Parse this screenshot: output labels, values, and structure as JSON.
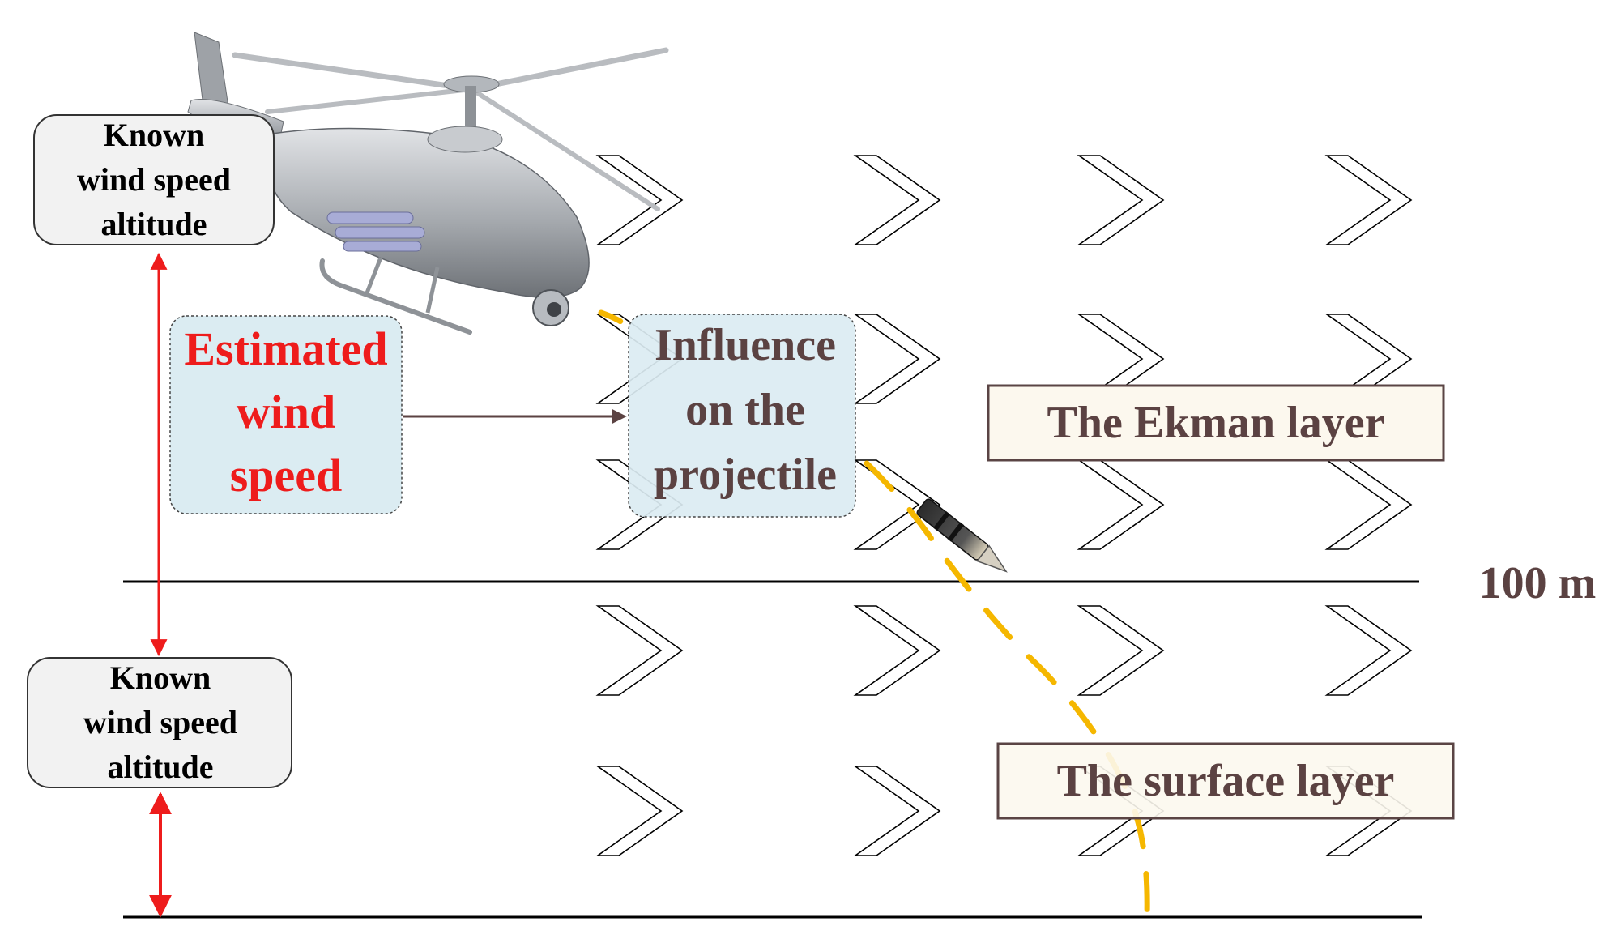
{
  "known_box_upper": {
    "lines": [
      "Known",
      "wind speed",
      "altitude"
    ]
  },
  "known_box_lower": {
    "lines": [
      "Known",
      "wind speed",
      "altitude"
    ]
  },
  "estimated_box": {
    "lines": [
      "Estimated",
      "wind",
      "speed"
    ]
  },
  "influence_box": {
    "lines": [
      "Influence",
      "on the",
      "projectile"
    ]
  },
  "ekman_label": "The Ekman layer",
  "surface_label": "The surface layer",
  "height_label": "100 m",
  "colors": {
    "red": "#ee1c1c",
    "brown_text": "#5b4242",
    "layer_box_fill": "#fcf8ee",
    "layer_box_border": "#5a4444",
    "known_fill": "#f2f2f2",
    "known_border": "#333333",
    "light_blue": "#dbecf2",
    "trajectory": "#f5b700",
    "helicopter": "#a9adb3"
  },
  "icons": [
    "helicopter-icon",
    "projectile-icon",
    "chevron-icon"
  ]
}
